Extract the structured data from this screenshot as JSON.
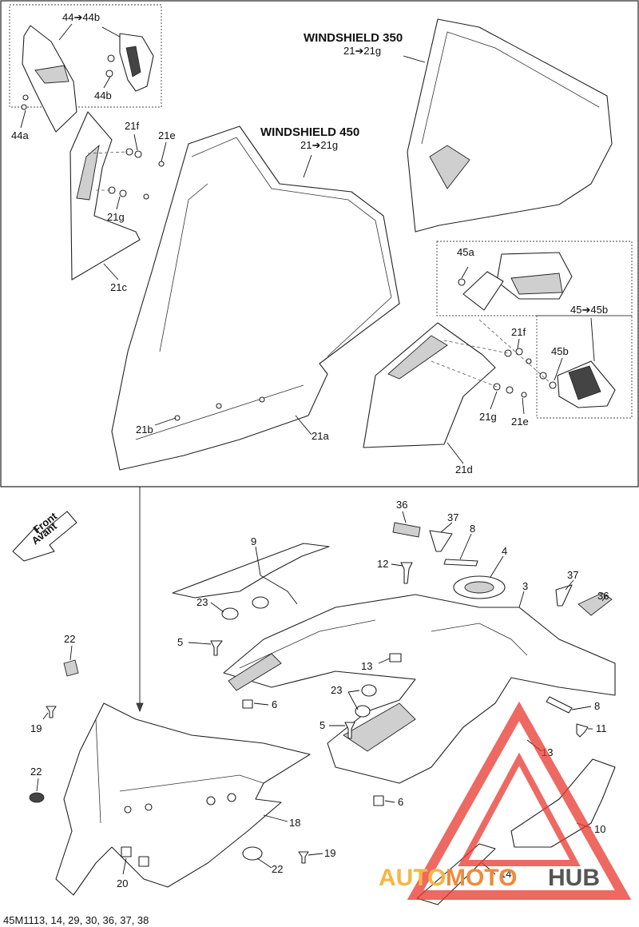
{
  "titles": {
    "windshield_350": "WINDSHIELD 350",
    "windshield_350_range": "21➔21g",
    "windshield_450": "WINDSHIELD 450",
    "windshield_450_range": "21➔21g"
  },
  "labels": {
    "l44_range": "44➔44b",
    "l44b": "44b",
    "l44a": "44a",
    "l21f_left": "21f",
    "l21e_left": "21e",
    "l21g_left": "21g",
    "l21c": "21c",
    "l21b": "21b",
    "l21a": "21a",
    "l45a": "45a",
    "l45_range": "45➔45b",
    "l21f_right": "21f",
    "l45b": "45b",
    "l21g_right": "21g",
    "l21e_right": "21e",
    "l21d": "21d",
    "l36_top": "36",
    "l37_top": "37",
    "l8_top": "8",
    "l4": "4",
    "l12": "12",
    "l9": "9",
    "l3": "3",
    "l37_right": "37",
    "l36_right": "36",
    "l23_top": "23",
    "l5_top": "5",
    "l13_mid": "13",
    "l6_top": "6",
    "l22_top": "22",
    "l23_mid": "23",
    "l8_right": "8",
    "l19_left": "19",
    "l5_mid": "5",
    "l11": "11",
    "l13_right": "13",
    "l22_left": "22",
    "l6_bottom": "6",
    "l18": "18",
    "l10": "10",
    "l19_bottom": "19",
    "l22_bottom": "22",
    "l20": "20",
    "l14": "14"
  },
  "front_arrow": {
    "line1": "Front",
    "line2": "Avant"
  },
  "footer_ref": "45M1113, 14, 29, 30, 36, 37, 38",
  "watermark": {
    "text_part1": "AUTO",
    "text_part2": "MOTO",
    "text_part3": "HUB",
    "color_accent": "#e8372e",
    "color_mid": "#f5b642",
    "color_dark": "#555555"
  }
}
